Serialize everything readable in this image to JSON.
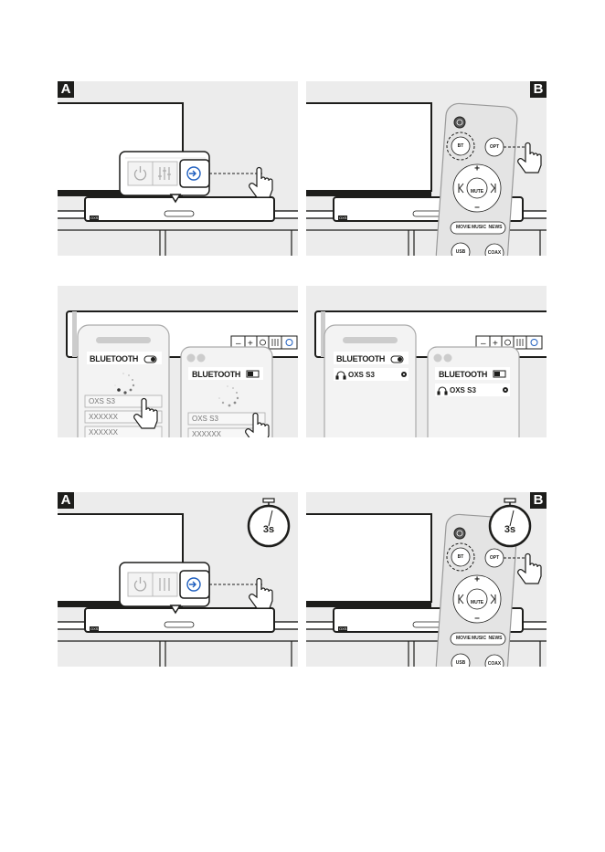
{
  "panel_letters": {
    "a": "A",
    "b": "B"
  },
  "remote": {
    "bt": "BT",
    "opt": "OPT",
    "mute": "MUTE",
    "movie": "MOVIE",
    "music": "MUSIC",
    "news": "NEWS",
    "usb": "USB",
    "coax": "COAX",
    "plus": "+",
    "minus": "–"
  },
  "phone": {
    "title": "BLUETOOTH",
    "devices_scan": [
      "OXS S3",
      "XXXXXX",
      "XXXXXX"
    ],
    "connected_device": "OXS S3"
  },
  "soundbar": {
    "brand": "OXS"
  },
  "timer": {
    "label": "3s"
  },
  "colors": {
    "panel_bg": "#ececec",
    "accent": "#1f5fbf",
    "ink": "#1d1d1b"
  },
  "icons": [
    "power-icon",
    "equalizer-icon",
    "input-source-icon",
    "pointing-hand-icon",
    "bluetooth-toggle-icon",
    "spinner-icon",
    "headphones-icon",
    "gear-icon",
    "stopwatch-icon"
  ]
}
